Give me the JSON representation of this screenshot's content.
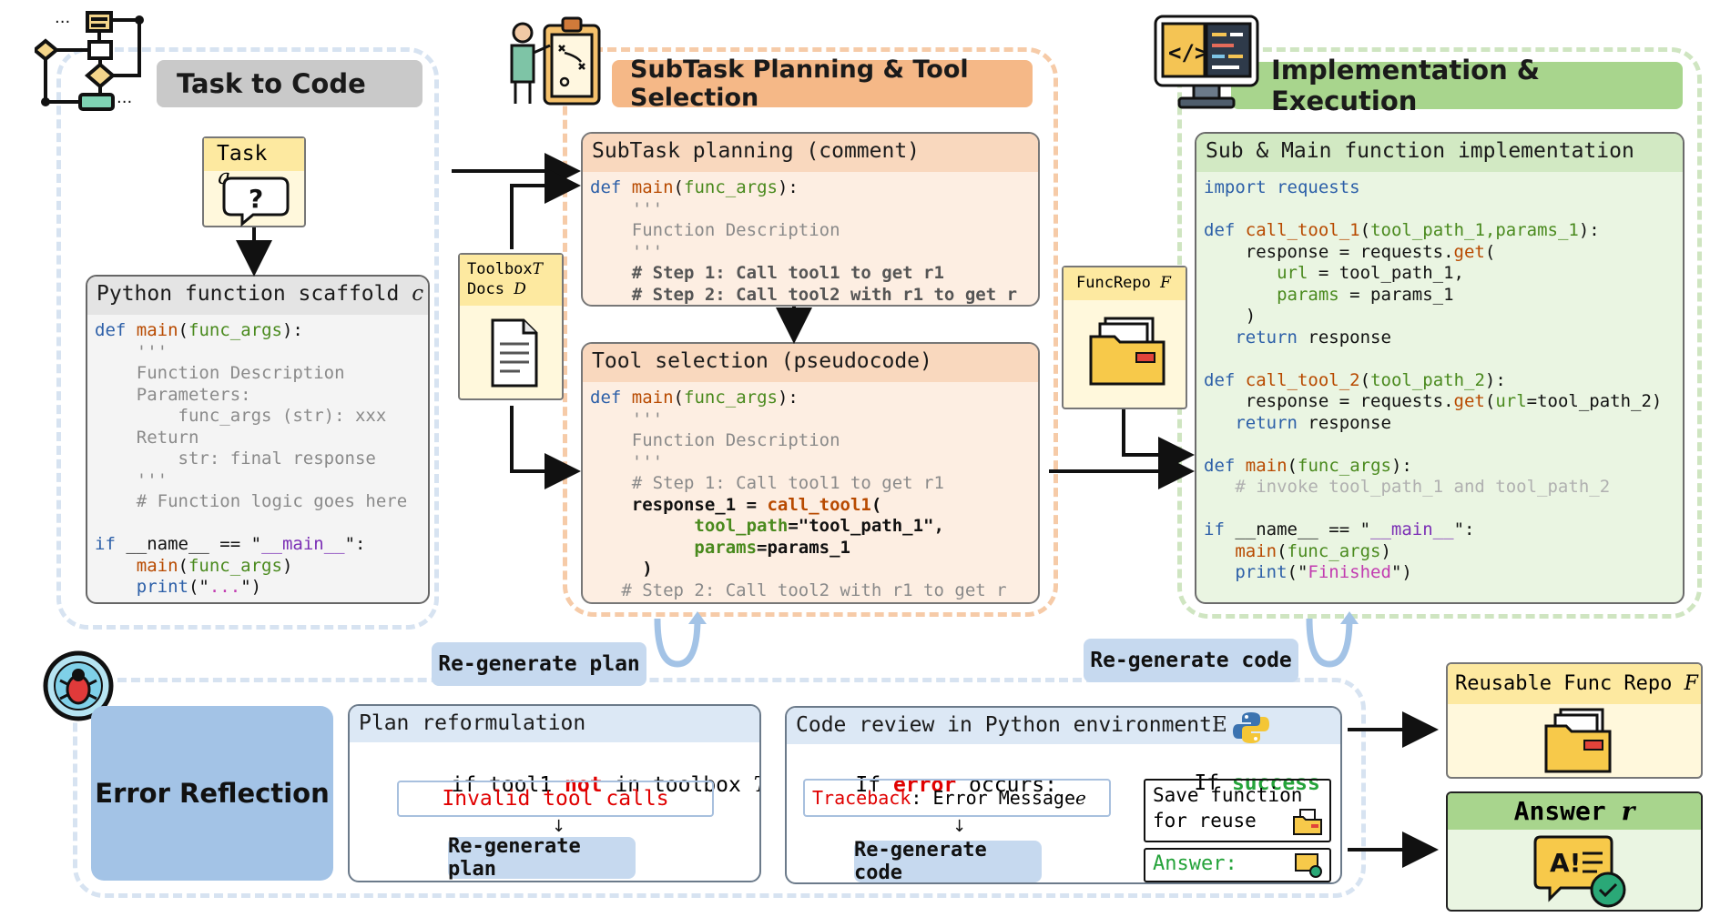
{
  "colors": {
    "blue_dash": "#d7e3f1",
    "orange_dash": "#f6cba8",
    "green_dash": "#cfe5c1",
    "task_header": "#c9c9c9",
    "subtask_header": "#f5b887",
    "impl_header": "#a8d58d",
    "error_box": "#a3c3e6",
    "pill": "#c6d9ef",
    "yellow_fill": "#fff3c2",
    "orange_fill": "#fdeee2",
    "green_fill": "#eaf5e2"
  },
  "headers": {
    "task_to_code": "Task to Code",
    "subtask_planning": "SubTask Planning & Tool Selection",
    "implementation": "Implementation & Execution",
    "error_reflection": "Error Reflection"
  },
  "task_box": {
    "label": "Task",
    "symbol": "q"
  },
  "toolbox_box": {
    "line1": "Toolbox",
    "sym1": "T",
    "line2": "Docs",
    "sym2": "D"
  },
  "funcrepo_box": {
    "label": "FuncRepo",
    "symbol": "F"
  },
  "scaffold": {
    "title": "Python function scaffold",
    "symbol": "c",
    "code": {
      "def": "def",
      "main": "main",
      "args": "func_args",
      "tail": "):",
      "q1": "'''",
      "desc": "Function Description",
      "params": "Parameters:",
      "param_line": "func_args (str): xxx",
      "ret": "Return",
      "ret_line": "str: final response",
      "q2": "'''",
      "logic": "# Function logic goes here",
      "if": "if",
      "name_cmp": "__name__ == \"",
      "main_str": "__main__",
      "close": "\":",
      "call_main": "main",
      "call_args": "func_args",
      "call_close": ")",
      "print": "print",
      "print_open": "(\"",
      "print_str": "...",
      "print_close": "\")"
    }
  },
  "subtask_card": {
    "title": "SubTask planning (comment)",
    "code": {
      "def": "def",
      "main": "main",
      "args": "func_args",
      "tail": "):",
      "q1": "'''",
      "desc": "Function Description",
      "q2": "'''",
      "step1": "# Step 1: Call tool1 to get r1",
      "step2": "# Step 2: Call tool2 with r1 to get r"
    }
  },
  "tool_card": {
    "title": "Tool selection (pseudocode)",
    "code": {
      "def": "def",
      "main": "main",
      "args": "func_args",
      "tail": "):",
      "q1": "'''",
      "desc": "Function Description",
      "q2": "'''",
      "step1": "# Step 1: Call tool1 to get r1",
      "resp": "response_1 = ",
      "call": "call_tool1",
      "open": "(",
      "tool_path_key": "tool_path",
      "tool_path_val": "=\"tool_path_1\",",
      "params_key": "params",
      "params_val": "=params_1",
      "close": ")",
      "step2": "# Step 2: Call tool2 with r1 to get r"
    }
  },
  "impl_card": {
    "title": "Sub & Main function implementation",
    "code": {
      "import": "import requests",
      "def": "def",
      "f1": "call_tool_1",
      "f1_args": "tool_path_1,params_1",
      "f1_tail": "):",
      "f1_resp": "response = requests.",
      "get": "get",
      "open": "(",
      "url_key": "url",
      "url_val": " = tool_path_1,",
      "params_key": "params",
      "params_val": " = params_1",
      "close": ")",
      "ret": "return",
      "ret_val": " response",
      "f2": "call_tool_2",
      "f2_args": "tool_path_2",
      "f2_tail": "):",
      "f2_resp": "response = requests.",
      "f2_get_args": "url",
      "f2_get_val": "=tool_path_2)",
      "main": "main",
      "main_args": "func_args",
      "main_tail": "):",
      "invoke": "# invoke tool_path_1 and tool_path_2",
      "if": "if",
      "name_cmp": " __name__ == \"",
      "main_str": "__main__",
      "colon": "\":",
      "call_main": "main",
      "call_args": "func_args",
      "call_close": ")",
      "print": "print",
      "print_open": "(\"",
      "print_str": "Finished",
      "print_close": "\")"
    }
  },
  "regen_plan_top": "Re-generate plan",
  "regen_code_top": "Re-generate code",
  "plan_reform": {
    "title": "Plan reformulation",
    "cond_pre": "if tool1 ",
    "cond_not": "not",
    "cond_post": " in toolbox",
    "cond_sym": "T",
    "invalid": "Invalid tool calls",
    "regen": "Re-generate plan"
  },
  "code_review": {
    "title": "Code review in Python environment",
    "title_sym": "E",
    "if_pre": "If ",
    "if_err": "error",
    "if_post": " occurs:",
    "tb_key": "Traceback",
    "tb_val": ": Error Message",
    "tb_sym": "e",
    "regen": "Re-generate code",
    "succ_pre": "If ",
    "succ": "success",
    "save": "Save function",
    "reuse": "for reuse",
    "answer": "Answer:"
  },
  "reusable_repo": {
    "label": "Reusable Func Repo",
    "symbol": "F"
  },
  "answer_box": {
    "label": "Answer",
    "symbol": "r"
  }
}
